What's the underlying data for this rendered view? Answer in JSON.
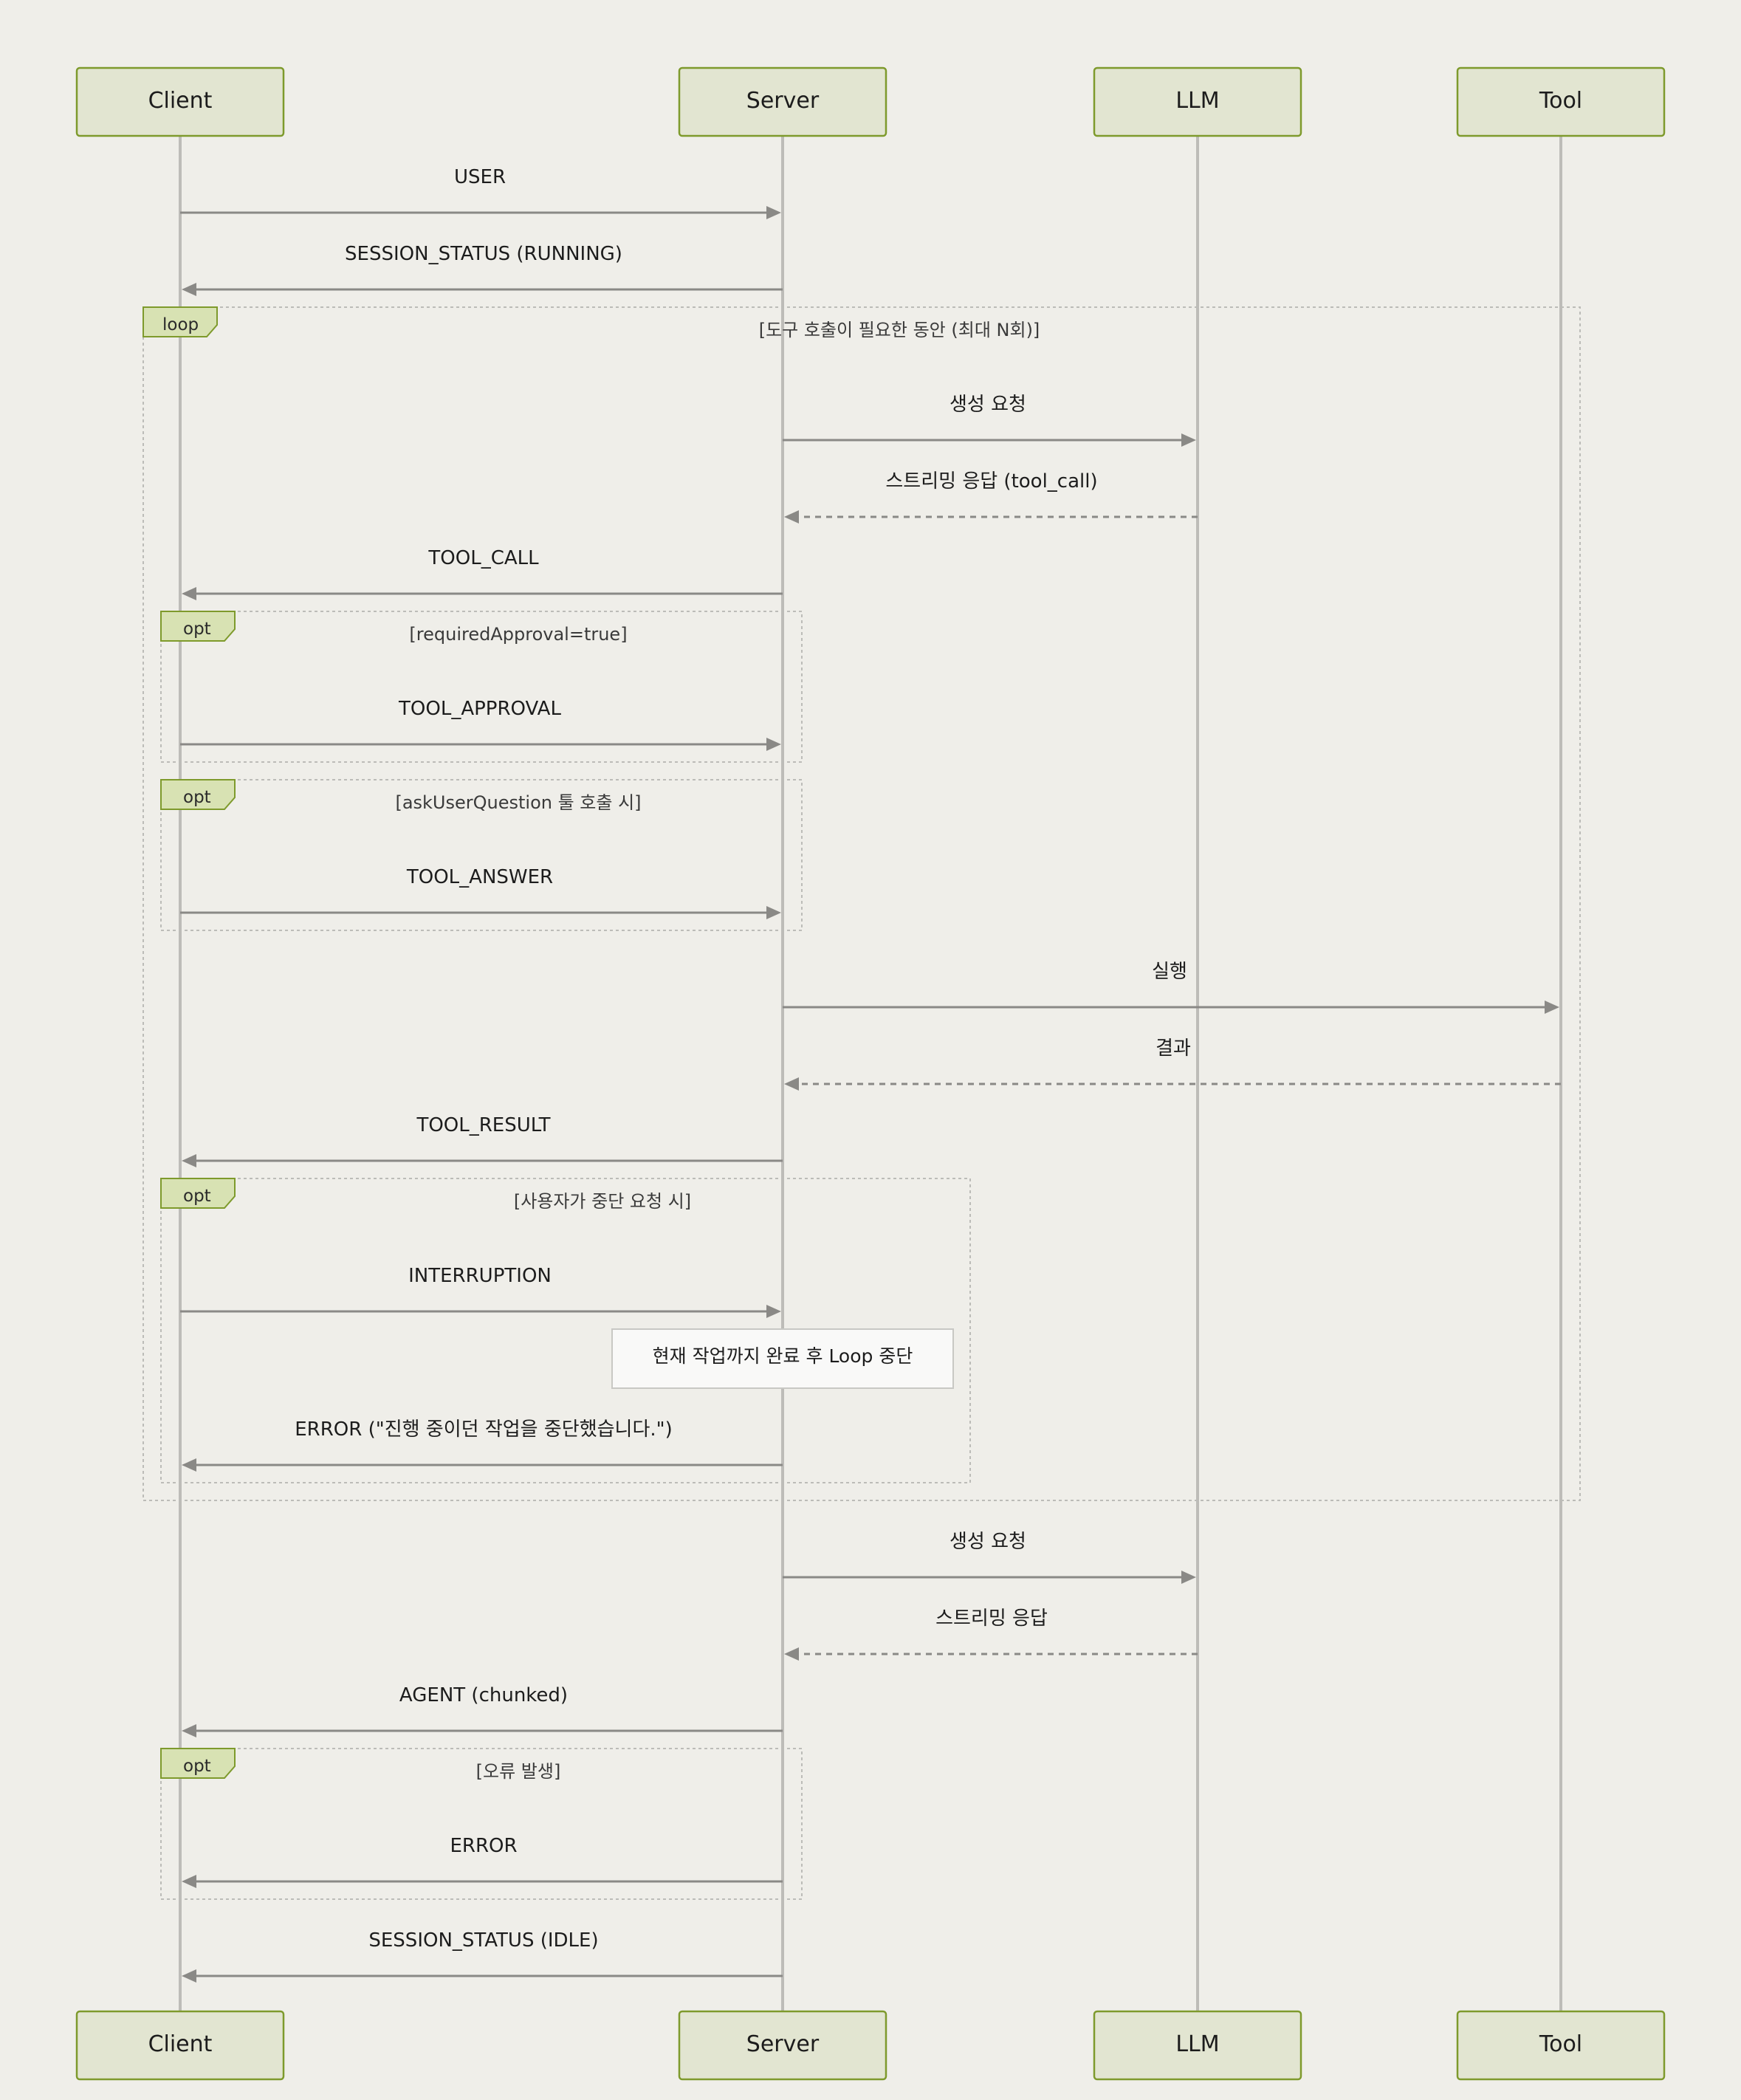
{
  "participants": [
    {
      "id": "client",
      "label": "Client"
    },
    {
      "id": "server",
      "label": "Server"
    },
    {
      "id": "llm",
      "label": "LLM"
    },
    {
      "id": "tool",
      "label": "Tool"
    }
  ],
  "frames": [
    {
      "id": "loop",
      "kind": "loop",
      "guard": "[도구 호출이 필요한 동안 (최대 N회)]"
    },
    {
      "id": "opt-approval",
      "kind": "opt",
      "guard": "[requiredApproval=true]"
    },
    {
      "id": "opt-answer",
      "kind": "opt",
      "guard": "[askUserQuestion 툴 호출 시]"
    },
    {
      "id": "opt-interrupt",
      "kind": "opt",
      "guard": "[사용자가 중단 요청 시]"
    },
    {
      "id": "opt-error",
      "kind": "opt",
      "guard": "[오류 발생]"
    }
  ],
  "messages": [
    {
      "id": "m-user",
      "from": "client",
      "to": "server",
      "label": "USER",
      "style": "solid"
    },
    {
      "id": "m-status-running",
      "from": "server",
      "to": "client",
      "label": "SESSION_STATUS (RUNNING)",
      "style": "solid"
    },
    {
      "id": "m-gen-1",
      "from": "server",
      "to": "llm",
      "label": "생성 요청",
      "style": "solid"
    },
    {
      "id": "m-stream-toolcall",
      "from": "llm",
      "to": "server",
      "label": "스트리밍 응답 (tool_call)",
      "style": "dashed"
    },
    {
      "id": "m-tool-call",
      "from": "server",
      "to": "client",
      "label": "TOOL_CALL",
      "style": "solid"
    },
    {
      "id": "m-tool-approval",
      "from": "client",
      "to": "server",
      "label": "TOOL_APPROVAL",
      "style": "solid"
    },
    {
      "id": "m-tool-answer",
      "from": "client",
      "to": "server",
      "label": "TOOL_ANSWER",
      "style": "solid"
    },
    {
      "id": "m-execute",
      "from": "server",
      "to": "tool",
      "label": "실행",
      "style": "solid"
    },
    {
      "id": "m-result",
      "from": "tool",
      "to": "server",
      "label": "결과",
      "style": "dashed"
    },
    {
      "id": "m-tool-result",
      "from": "server",
      "to": "client",
      "label": "TOOL_RESULT",
      "style": "solid"
    },
    {
      "id": "m-interruption",
      "from": "client",
      "to": "server",
      "label": "INTERRUPTION",
      "style": "solid"
    },
    {
      "id": "m-error-interrupt",
      "from": "server",
      "to": "client",
      "label": "ERROR (\"진행 중이던 작업을 중단했습니다.\")",
      "style": "solid"
    },
    {
      "id": "m-gen-2",
      "from": "server",
      "to": "llm",
      "label": "생성 요청",
      "style": "solid"
    },
    {
      "id": "m-stream",
      "from": "llm",
      "to": "server",
      "label": "스트리밍 응답",
      "style": "dashed"
    },
    {
      "id": "m-agent",
      "from": "server",
      "to": "client",
      "label": "AGENT (chunked)",
      "style": "solid"
    },
    {
      "id": "m-error",
      "from": "server",
      "to": "client",
      "label": "ERROR",
      "style": "solid"
    },
    {
      "id": "m-status-idle",
      "from": "server",
      "to": "client",
      "label": "SESSION_STATUS (IDLE)",
      "style": "solid"
    }
  ],
  "notes": [
    {
      "id": "note-stop",
      "over": "server",
      "text": "현재 작업까지 완료 후 Loop 중단"
    }
  ],
  "colors": {
    "background": "#efeee9",
    "participant_fill": "#e2e5d1",
    "participant_border": "#7e9a2c",
    "frame_tab_fill": "#d8e2b3",
    "line": "#8a8986",
    "lifeline": "#bdbcb8"
  }
}
